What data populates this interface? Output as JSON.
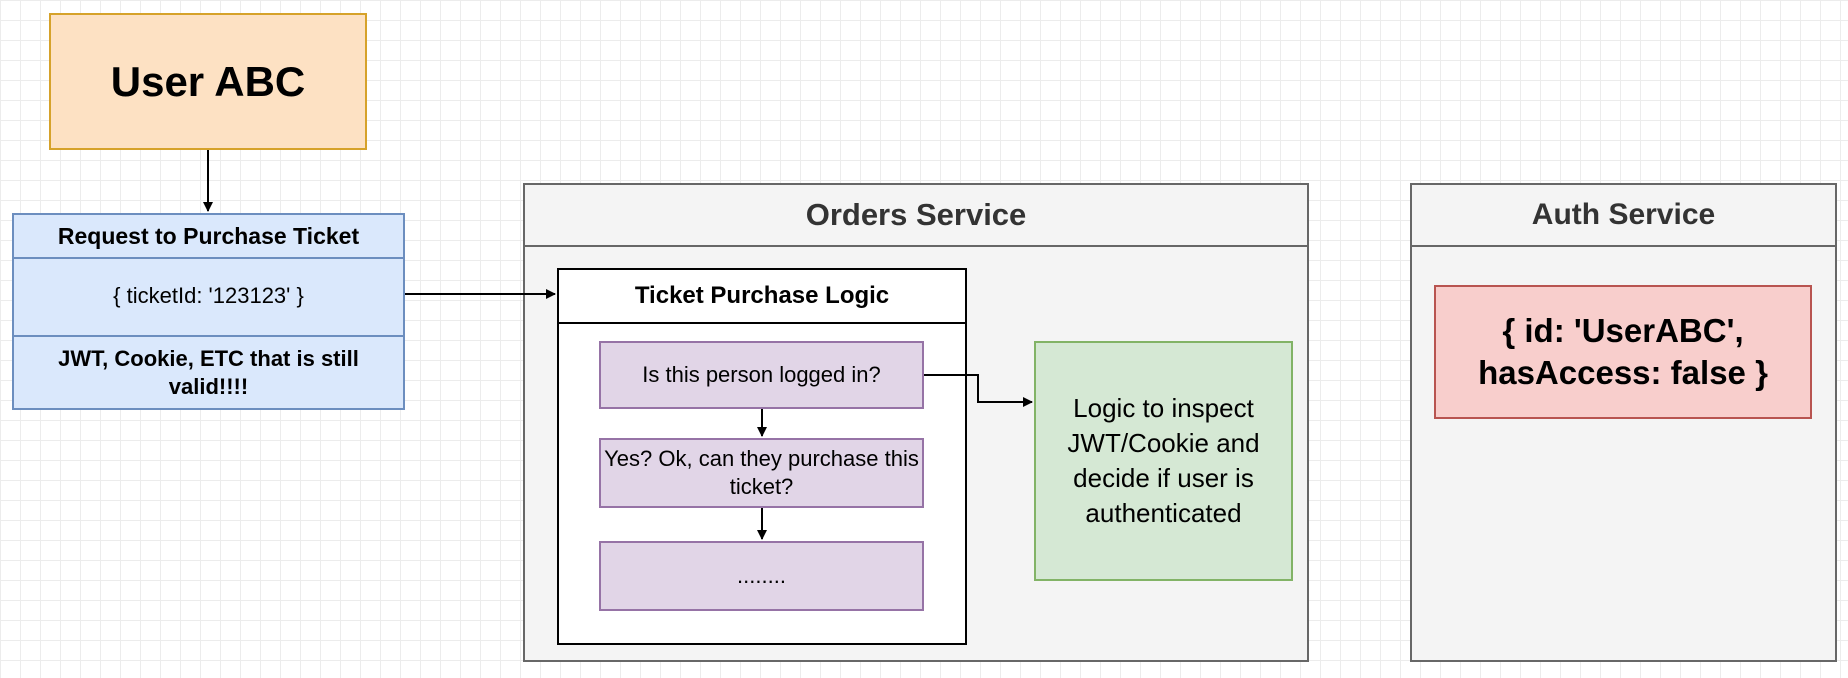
{
  "user": {
    "label": "User ABC"
  },
  "request": {
    "title": "Request to Purchase Ticket",
    "body": "{ ticketId: '123123' }",
    "footer": "JWT, Cookie, ETC that is still valid!!!!"
  },
  "orders_service": {
    "title": "Orders Service",
    "logic": {
      "title": "Ticket Purchase Logic",
      "steps": [
        "Is this person logged in?",
        "Yes? Ok, can they purchase this ticket?",
        "........"
      ]
    },
    "inspect": "Logic to inspect JWT/Cookie and decide if user is authenticated"
  },
  "auth_service": {
    "title": "Auth Service",
    "user_record": "{ id: 'UserABC', hasAccess: false }"
  },
  "colors": {
    "user_fill": "#fde1c3",
    "request_fill": "#dae8fc",
    "step_fill": "#e1d5e7",
    "inspect_fill": "#d5e8d4",
    "record_fill": "#f8cecc",
    "service_fill": "#f4f4f4"
  }
}
